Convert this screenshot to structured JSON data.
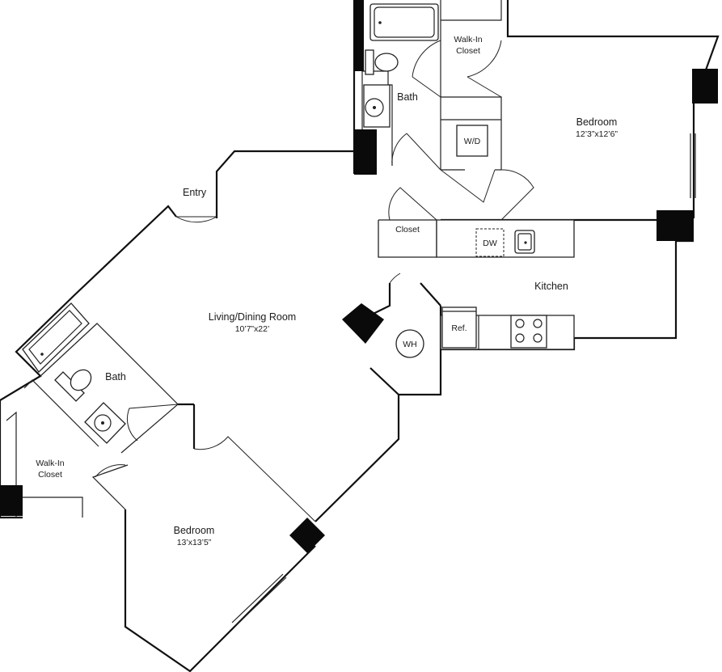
{
  "rooms": {
    "entry": {
      "label": "Entry"
    },
    "living": {
      "label": "Living/Dining Room",
      "dims": "10’7”x22’"
    },
    "kitchen": {
      "label": "Kitchen"
    },
    "bedroom_right": {
      "label": "Bedroom",
      "dims": "12’3”x12’6”"
    },
    "bedroom_left": {
      "label": "Bedroom",
      "dims": "13’x13’5”"
    },
    "bath_top": {
      "label": "Bath"
    },
    "bath_left": {
      "label": "Bath"
    },
    "walkin_top": {
      "line1": "Walk-In",
      "line2": "Closet"
    },
    "walkin_left": {
      "line1": "Walk-In",
      "line2": "Closet"
    },
    "closet": {
      "label": "Closet"
    }
  },
  "appliances": {
    "washer_dryer": "W/D",
    "dishwasher": "DW",
    "refrigerator": "Ref.",
    "water_heater": "WH"
  }
}
